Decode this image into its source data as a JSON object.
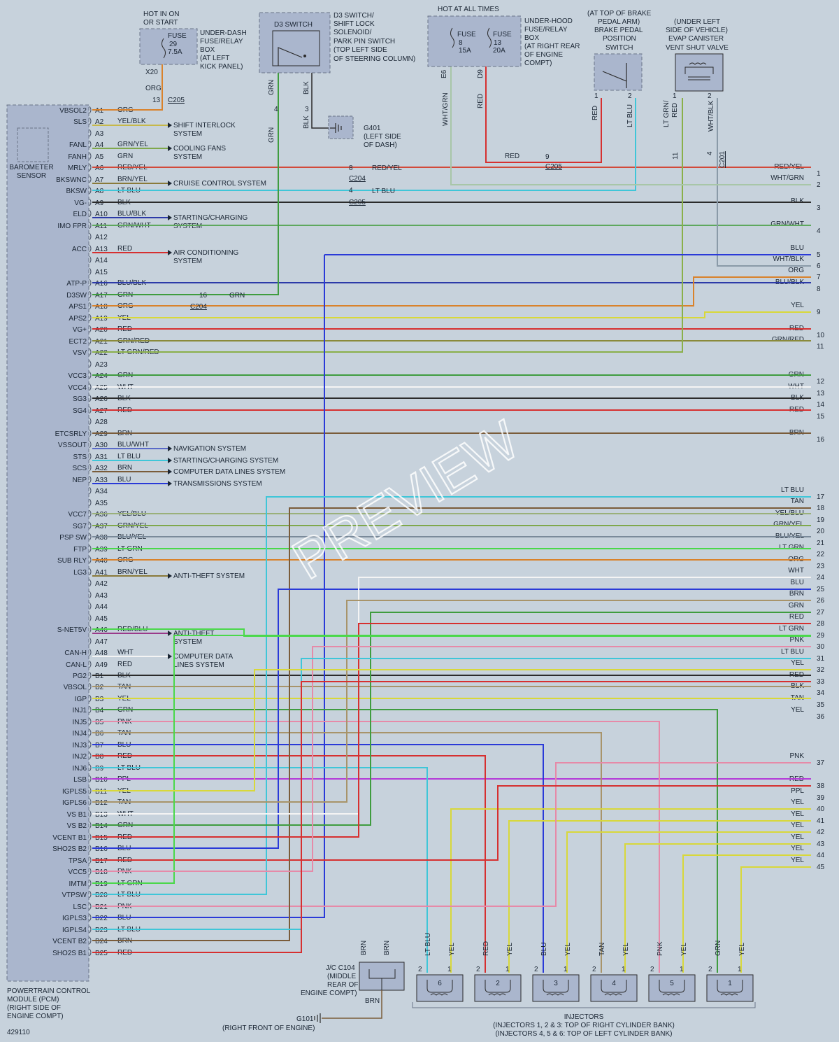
{
  "document_id": "429110",
  "watermark": "PREVIEW",
  "colors": {
    "ORG": "#d9822b",
    "YEL/BLK": "#c6b84a",
    "GRN/YEL": "#7fa84c",
    "GRN": "#3f9c3f",
    "RED/YEL": "#d24a3a",
    "BRN/YEL": "#8a7a3a",
    "LT BLU": "#3fc6d8",
    "BLK": "#2b2b2b",
    "BLU/BLK": "#2c3aa8",
    "GRN/WHT": "#5ea85e",
    "RED": "#d63030",
    "YEL": "#d8d83a",
    "GRN/RED": "#8a8a3a",
    "LT GRN/RED": "#8aa84a",
    "WHT": "#f4f4f4",
    "BRN": "#7a5c3a",
    "BLU/WHT": "#5a6ac8",
    "BLU": "#2a3ad8",
    "YEL/BLU": "#9ab07a",
    "BLU/YEL": "#7a8a9a",
    "LT GRN": "#4ad84a",
    "RED/BLU": "#9a3a8a",
    "TAN": "#a8946a",
    "PNK": "#e68aa8",
    "PPL": "#b43ad8",
    "WHT/GRN": "#a8c6a8",
    "WHT/BLK": "#8a9aa8",
    "LT GRN/RED2": "#8ab04a"
  },
  "pcm": {
    "title_lines": [
      "POWERTRAIN CONTROL",
      "MODULE (PCM)",
      "(RIGHT SIDE OF",
      "ENGINE COMPT)"
    ],
    "sensor_label_lines": [
      "BAROMETER",
      "SENSOR"
    ]
  },
  "pins": [
    {
      "pin": "A1",
      "func": "VBSOL2",
      "color": "ORG"
    },
    {
      "pin": "A2",
      "func": "SLS",
      "color": "YEL/BLK",
      "dest": "SHIFT INTERLOCK|SYSTEM"
    },
    {
      "pin": "A3",
      "func": "",
      "color": ""
    },
    {
      "pin": "A4",
      "func": "FANL",
      "color": "GRN/YEL",
      "dest": "COOLING FANS|SYSTEM"
    },
    {
      "pin": "A5",
      "func": "FANH",
      "color": "GRN"
    },
    {
      "pin": "A6",
      "func": "MRLY",
      "color": "RED/YEL"
    },
    {
      "pin": "A7",
      "func": "BKSWNC",
      "color": "BRN/YEL",
      "dest": "CRUISE CONTROL SYSTEM"
    },
    {
      "pin": "A8",
      "func": "BKSW",
      "color": "LT BLU"
    },
    {
      "pin": "A9",
      "func": "VG-",
      "color": "BLK"
    },
    {
      "pin": "A10",
      "func": "ELD",
      "color": "BLU/BLK",
      "dest": "STARTING/CHARGING|SYSTEM"
    },
    {
      "pin": "A11",
      "func": "IMO FPR",
      "color": "GRN/WHT"
    },
    {
      "pin": "A12",
      "func": "",
      "color": ""
    },
    {
      "pin": "A13",
      "func": "ACC",
      "color": "RED",
      "dest": "AIR CONDITIONING|SYSTEM"
    },
    {
      "pin": "A14",
      "func": "",
      "color": ""
    },
    {
      "pin": "A15",
      "func": "",
      "color": ""
    },
    {
      "pin": "A16",
      "func": "ATP-P",
      "color": "BLU/BLK"
    },
    {
      "pin": "A17",
      "func": "D3SW",
      "color": "GRN"
    },
    {
      "pin": "A18",
      "func": "APS1",
      "color": "ORG"
    },
    {
      "pin": "A19",
      "func": "APS2",
      "color": "YEL"
    },
    {
      "pin": "A20",
      "func": "VG+",
      "color": "RED"
    },
    {
      "pin": "A21",
      "func": "ECT2",
      "color": "GRN/RED"
    },
    {
      "pin": "A22",
      "func": "VSV",
      "color": "LT GRN/RED"
    },
    {
      "pin": "A23",
      "func": "",
      "color": ""
    },
    {
      "pin": "A24",
      "func": "VCC3",
      "color": "GRN"
    },
    {
      "pin": "A25",
      "func": "VCC4",
      "color": "WHT"
    },
    {
      "pin": "A26",
      "func": "SG3",
      "color": "BLK"
    },
    {
      "pin": "A27",
      "func": "SG4",
      "color": "RED"
    },
    {
      "pin": "A28",
      "func": "",
      "color": ""
    },
    {
      "pin": "A29",
      "func": "ETCSRLY",
      "color": "BRN"
    },
    {
      "pin": "A30",
      "func": "VSSOUT",
      "color": "BLU/WHT",
      "dest": "NAVIGATION SYSTEM"
    },
    {
      "pin": "A31",
      "func": "STS",
      "color": "LT BLU",
      "dest": "STARTING/CHARGING SYSTEM"
    },
    {
      "pin": "A32",
      "func": "SCS",
      "color": "BRN",
      "dest": "COMPUTER DATA LINES SYSTEM"
    },
    {
      "pin": "A33",
      "func": "NEP",
      "color": "BLU",
      "dest": "TRANSMISSIONS SYSTEM"
    },
    {
      "pin": "A34",
      "func": "",
      "color": ""
    },
    {
      "pin": "A35",
      "func": "",
      "color": ""
    },
    {
      "pin": "A36",
      "func": "VCC7",
      "color": "YEL/BLU"
    },
    {
      "pin": "A37",
      "func": "SG7",
      "color": "GRN/YEL"
    },
    {
      "pin": "A38",
      "func": "PSP SW",
      "color": "BLU/YEL"
    },
    {
      "pin": "A39",
      "func": "FTP",
      "color": "LT GRN"
    },
    {
      "pin": "A40",
      "func": "SUB RLY",
      "color": "ORG"
    },
    {
      "pin": "A41",
      "func": "LG3",
      "color": "BRN/YEL",
      "dest": "ANTI-THEFT SYSTEM"
    },
    {
      "pin": "A42",
      "func": "",
      "color": ""
    },
    {
      "pin": "A43",
      "func": "",
      "color": ""
    },
    {
      "pin": "A44",
      "func": "",
      "color": ""
    },
    {
      "pin": "A45",
      "func": "",
      "color": ""
    },
    {
      "pin": "A46",
      "func": "S-NET5V",
      "color": "RED/BLU",
      "dest": "ANTI-THEFT|SYSTEM"
    },
    {
      "pin": "A47",
      "func": "",
      "color": ""
    },
    {
      "pin": "A48",
      "func": "CAN-H",
      "color": "WHT",
      "dest": "COMPUTER DATA|LINES SYSTEM"
    },
    {
      "pin": "A49",
      "func": "CAN-L",
      "color": "RED"
    },
    {
      "pin": "B1",
      "func": "PG2",
      "color": "BLK"
    },
    {
      "pin": "B2",
      "func": "VBSOL",
      "color": "TAN"
    },
    {
      "pin": "B3",
      "func": "IGP",
      "color": "YEL"
    },
    {
      "pin": "B4",
      "func": "INJ1",
      "color": "GRN"
    },
    {
      "pin": "B5",
      "func": "INJ5",
      "color": "PNK"
    },
    {
      "pin": "B6",
      "func": "INJ4",
      "color": "TAN"
    },
    {
      "pin": "B7",
      "func": "INJ3",
      "color": "BLU"
    },
    {
      "pin": "B8",
      "func": "INJ2",
      "color": "RED"
    },
    {
      "pin": "B9",
      "func": "INJ6",
      "color": "LT BLU"
    },
    {
      "pin": "B10",
      "func": "LSB",
      "color": "PPL"
    },
    {
      "pin": "B11",
      "func": "IGPLS5",
      "color": "YEL"
    },
    {
      "pin": "B12",
      "func": "IGPLS6",
      "color": "TAN"
    },
    {
      "pin": "B13",
      "func": "VS B1",
      "color": "WHT"
    },
    {
      "pin": "B14",
      "func": "VS B2",
      "color": "GRN"
    },
    {
      "pin": "B15",
      "func": "VCENT B1",
      "color": "RED"
    },
    {
      "pin": "B16",
      "func": "SHO2S B2",
      "color": "BLU"
    },
    {
      "pin": "B17",
      "func": "TPSA",
      "color": "RED"
    },
    {
      "pin": "B18",
      "func": "VCC5",
      "color": "PNK"
    },
    {
      "pin": "B19",
      "func": "IMTM",
      "color": "LT GRN"
    },
    {
      "pin": "B20",
      "func": "VTPSW",
      "color": "LT BLU"
    },
    {
      "pin": "B21",
      "func": "LSC",
      "color": "PNK"
    },
    {
      "pin": "B22",
      "func": "IGPLS3",
      "color": "BLU"
    },
    {
      "pin": "B23",
      "func": "IGPLS4",
      "color": "LT BLU"
    },
    {
      "pin": "B24",
      "func": "VCENT B2",
      "color": "BRN"
    },
    {
      "pin": "B25",
      "func": "SHO2S B1",
      "color": "RED"
    }
  ],
  "right_terminals": [
    {
      "n": "1",
      "label": "RED/YEL",
      "color": "RED/YEL"
    },
    {
      "n": "2",
      "label": "WHT/GRN",
      "color": "WHT/GRN"
    },
    {
      "n": "3",
      "label": "BLK",
      "color": "BLK"
    },
    {
      "n": "4",
      "label": "GRN/WHT",
      "color": "GRN/WHT"
    },
    {
      "n": "5",
      "label": "BLU",
      "color": "BLU"
    },
    {
      "n": "6",
      "label": "WHT/BLK",
      "color": "WHT/BLK"
    },
    {
      "n": "7",
      "label": "ORG",
      "color": "ORG"
    },
    {
      "n": "8",
      "label": "BLU/BLK",
      "color": "BLU/BLK"
    },
    {
      "n": "9",
      "label": "YEL",
      "color": "YEL"
    },
    {
      "n": "10",
      "label": "RED",
      "color": "RED"
    },
    {
      "n": "11",
      "label": "GRN/RED",
      "color": "GRN/RED"
    },
    {
      "n": "12",
      "label": "GRN",
      "color": "GRN"
    },
    {
      "n": "13",
      "label": "WHT",
      "color": "WHT"
    },
    {
      "n": "14",
      "label": "BLK",
      "color": "BLK"
    },
    {
      "n": "15",
      "label": "RED",
      "color": "RED"
    },
    {
      "n": "16",
      "label": "BRN",
      "color": "BRN"
    },
    {
      "n": "17",
      "label": "LT BLU",
      "color": "LT BLU"
    },
    {
      "n": "18",
      "label": "TAN",
      "color": "TAN"
    },
    {
      "n": "19",
      "label": "YEL/BLU",
      "color": "YEL/BLU"
    },
    {
      "n": "20",
      "label": "GRN/YEL",
      "color": "GRN/YEL"
    },
    {
      "n": "21",
      "label": "BLU/YEL",
      "color": "BLU/YEL"
    },
    {
      "n": "22",
      "label": "LT GRN",
      "color": "LT GRN"
    },
    {
      "n": "23",
      "label": "ORG",
      "color": "ORG"
    },
    {
      "n": "24",
      "label": "WHT",
      "color": "WHT"
    },
    {
      "n": "25",
      "label": "BLU",
      "color": "BLU"
    },
    {
      "n": "26",
      "label": "BRN",
      "color": "BRN"
    },
    {
      "n": "27",
      "label": "GRN",
      "color": "GRN"
    },
    {
      "n": "28",
      "label": "RED",
      "color": "RED"
    },
    {
      "n": "29",
      "label": "LT GRN",
      "color": "LT GRN"
    },
    {
      "n": "30",
      "label": "PNK",
      "color": "PNK"
    },
    {
      "n": "31",
      "label": "LT BLU",
      "color": "LT BLU"
    },
    {
      "n": "32",
      "label": "YEL",
      "color": "YEL"
    },
    {
      "n": "33",
      "label": "RED",
      "color": "RED"
    },
    {
      "n": "34",
      "label": "BLK",
      "color": "BLK"
    },
    {
      "n": "35",
      "label": "TAN",
      "color": "TAN"
    },
    {
      "n": "36",
      "label": "YEL",
      "color": "YEL"
    },
    {
      "n": "37",
      "label": "PNK",
      "color": "PNK"
    },
    {
      "n": "38",
      "label": "RED",
      "color": "RED"
    },
    {
      "n": "39",
      "label": "PPL",
      "color": "PPL"
    },
    {
      "n": "40",
      "label": "YEL",
      "color": "YEL"
    },
    {
      "n": "41",
      "label": "YEL",
      "color": "YEL"
    },
    {
      "n": "42",
      "label": "YEL",
      "color": "YEL"
    },
    {
      "n": "43",
      "label": "YEL",
      "color": "YEL"
    },
    {
      "n": "44",
      "label": "YEL",
      "color": "YEL"
    },
    {
      "n": "45",
      "label": "YEL",
      "color": "YEL"
    }
  ],
  "top_components": {
    "under_dash_box": {
      "hot_lines": [
        "HOT IN ON",
        "OR START"
      ],
      "fuse_lines": [
        "FUSE",
        "29",
        "7.5A"
      ],
      "desc_lines": [
        "UNDER-DASH",
        "FUSE/RELAY",
        "BOX",
        "(AT LEFT",
        "KICK PANEL)"
      ],
      "terminal": "X20",
      "wire_color": "ORG",
      "connector_pin": "13",
      "connector": "C205"
    },
    "d3_switch": {
      "title": "D3 SWITCH",
      "desc_lines": [
        "D3 SWITCH/",
        "SHIFT LOCK",
        "SOLENOID/",
        "PARK PIN SWITCH",
        "(TOP LEFT SIDE",
        "OF STEERING COLUMN)"
      ],
      "pin_a": "4",
      "pin_b": "3",
      "wire_a": "GRN",
      "wire_b": "BLK",
      "ground": "G401",
      "ground_lines": [
        "(LEFT SIDE",
        "OF DASH)"
      ]
    },
    "under_hood_box": {
      "hot_line": "HOT AT ALL TIMES",
      "fuse1_lines": [
        "FUSE",
        "8",
        "15A"
      ],
      "fuse2_lines": [
        "FUSE",
        "13",
        "20A"
      ],
      "desc_lines": [
        "UNDER-HOOD",
        "FUSE/RELAY",
        "BOX",
        "(AT RIGHT REAR",
        "OF ENGINE",
        "COMPT)"
      ],
      "terminal1": "E6",
      "terminal2": "D9",
      "wire1": "WHT/GRN",
      "wire2": "RED",
      "connector_pin": "9",
      "connector": "C205",
      "run_label": "RED"
    },
    "brake_switch": {
      "desc_lines": [
        "(AT TOP OF BRAKE",
        "PEDAL ARM)",
        "BRAKE PEDAL",
        "POSITION",
        "SWITCH"
      ],
      "pin1": "1",
      "pin2": "2",
      "wire1": "RED",
      "wire2": "LT BLU"
    },
    "evap_valve": {
      "desc_lines": [
        "(UNDER LEFT",
        "SIDE OF VEHICLE)",
        "EVAP CANISTER",
        "VENT SHUT VALVE"
      ],
      "pin1": "1",
      "pin2": "2",
      "wire1": "LT GRN/RED",
      "wire2": "WHT/BLK",
      "connector": "C201",
      "cpin1": "11",
      "cpin2": "4"
    }
  },
  "mid_connectors": [
    {
      "pin": "8",
      "connector": "C204",
      "label": "RED/YEL"
    },
    {
      "pin": "4",
      "connector": "C205",
      "label": "LT BLU"
    },
    {
      "pin": "16",
      "connector": "C204",
      "label": "GRN"
    }
  ],
  "bottom": {
    "jc_lines": [
      "J/C C104",
      "(MIDDLE",
      "REAR OF",
      "ENGINE COMPT)"
    ],
    "jc_wires": [
      "BRN",
      "BRN",
      "BRN"
    ],
    "ground": "G101",
    "ground_desc": "(RIGHT FRONT OF ENGINE)",
    "injectors_title": "INJECTORS",
    "injectors_lines": [
      "(INJECTORS 1, 2 & 3: TOP OF RIGHT CYLINDER BANK)",
      "(INJECTORS 4, 5 & 6: TOP OF LEFT CYLINDER BANK)"
    ],
    "injectors": [
      {
        "n": "6",
        "wire2": "LT BLU",
        "wire1": "YEL"
      },
      {
        "n": "2",
        "wire2": "RED",
        "wire1": "YEL"
      },
      {
        "n": "3",
        "wire2": "BLU",
        "wire1": "YEL"
      },
      {
        "n": "4",
        "wire2": "TAN",
        "wire1": "YEL"
      },
      {
        "n": "5",
        "wire2": "PNK",
        "wire1": "YEL"
      },
      {
        "n": "1",
        "wire2": "GRN",
        "wire1": "YEL"
      }
    ],
    "pin_labels": [
      "2",
      "1"
    ]
  }
}
